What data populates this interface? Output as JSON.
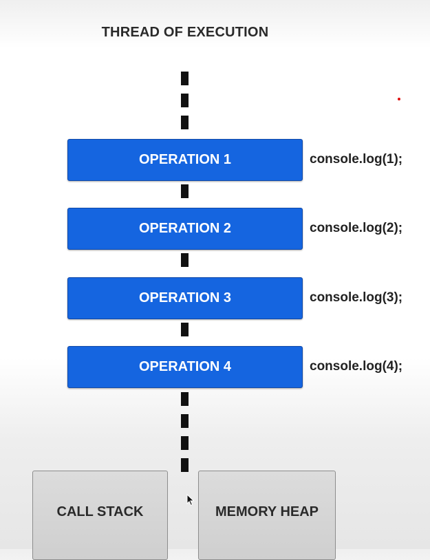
{
  "title": "THREAD OF EXECUTION",
  "operations": [
    {
      "label": "OPERATION 1",
      "code": "console.log(1);"
    },
    {
      "label": "OPERATION 2",
      "code": "console.log(2);"
    },
    {
      "label": "OPERATION 3",
      "code": "console.log(3);"
    },
    {
      "label": "OPERATION 4",
      "code": "console.log(4);"
    }
  ],
  "call_stack_label": "CALL STACK",
  "memory_heap_label": "MEMORY HEAP",
  "colors": {
    "operation_box": "#1565e0",
    "operation_text": "#ffffff",
    "thread_line": "#111111",
    "bottom_box": "#d6d6d6",
    "red_marker": "#e01010"
  },
  "icons": {
    "cursor": "mouse-pointer-icon",
    "marker": "red-dot-marker"
  }
}
